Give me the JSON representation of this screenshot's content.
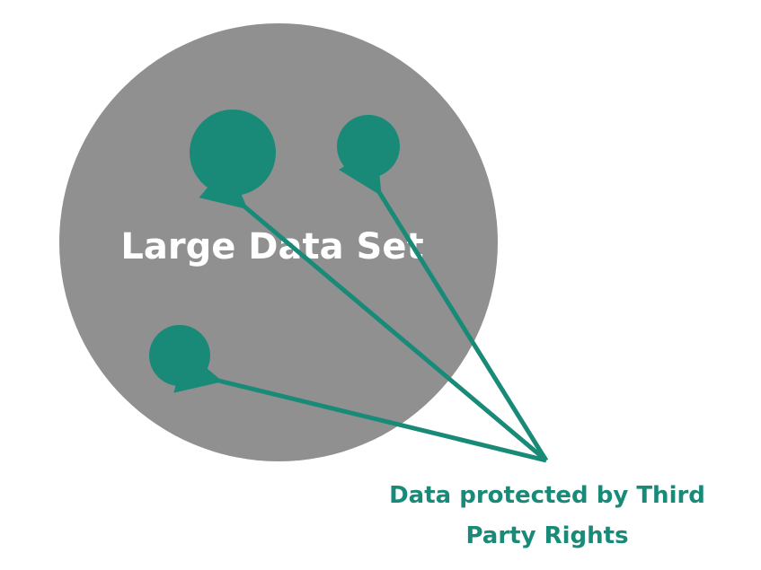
{
  "diagram": {
    "set_label": "Large Data Set",
    "callout_line1": "Data protected by Third",
    "callout_line2": "Party Rights",
    "colors": {
      "large_set": "#909090",
      "protected": "#1a8a78",
      "arrow": "#1a8a78",
      "label_white": "#ffffff"
    }
  }
}
